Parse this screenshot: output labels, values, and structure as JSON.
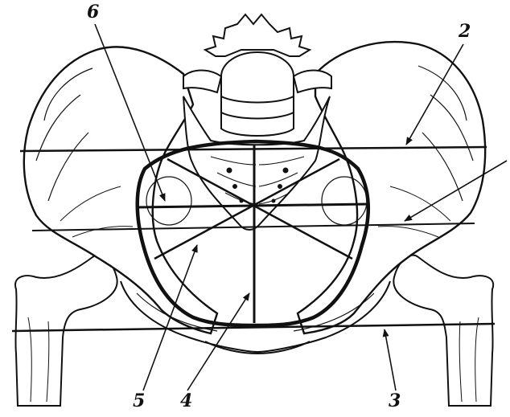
{
  "callouts": [
    {
      "id": "6",
      "text": "6"
    },
    {
      "id": "2",
      "text": "2"
    },
    {
      "id": "3",
      "text": "3"
    },
    {
      "id": "4",
      "text": "4"
    },
    {
      "id": "5",
      "text": "5"
    }
  ],
  "colors": {
    "ink": "#111111",
    "paper": "#ffffff"
  }
}
